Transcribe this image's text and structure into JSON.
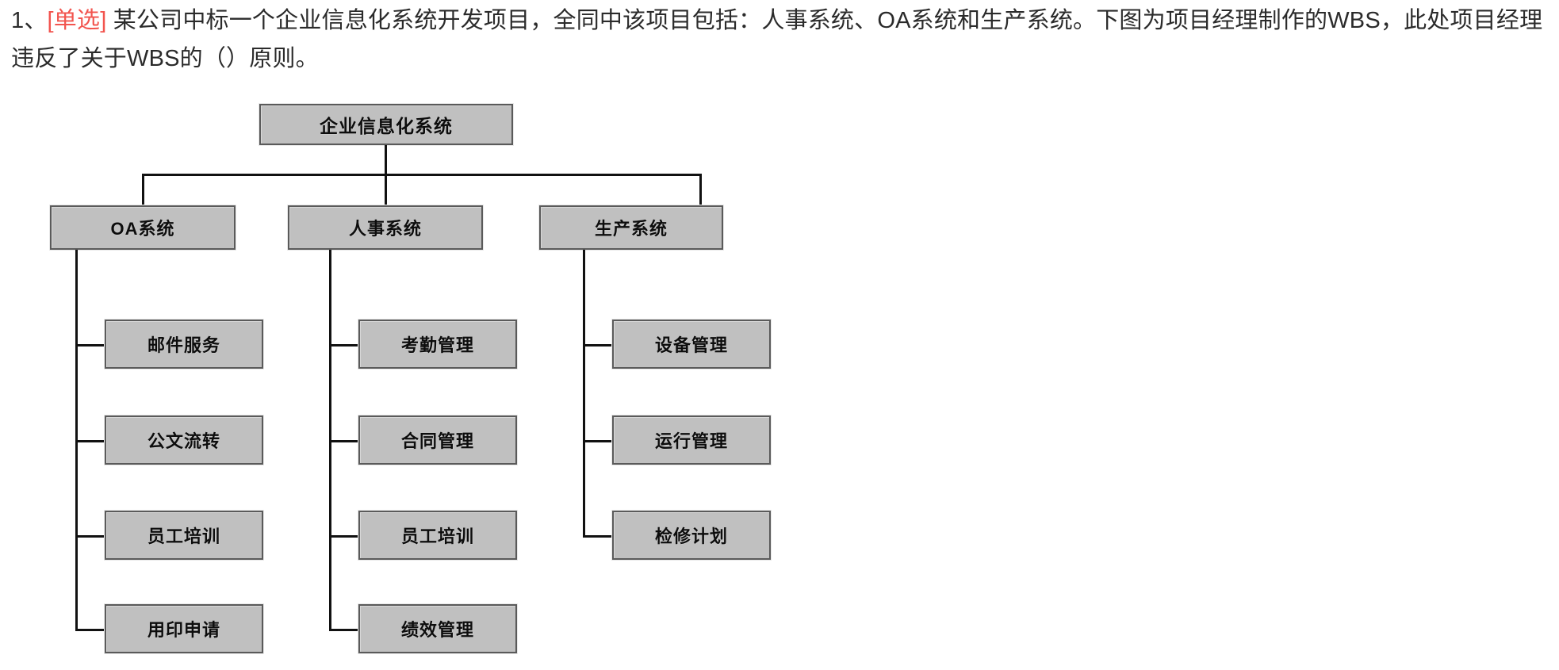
{
  "question": {
    "number": "1、",
    "tag": "[单选]",
    "text": "某公司中标一个企业信息化系统开发项目，全同中该项目包括：人事系统、OA系统和生产系统。下图为项目经理制作的WBS，此处项目经理违反了关于WBS的（）原则。",
    "tag_color": "#f2544e",
    "text_color": "#2b2b2b"
  },
  "diagram": {
    "type": "wbs-tree",
    "box_fill": "#c0c0c0",
    "box_border": "#5a5a5a",
    "connector_color": "#111111",
    "root": {
      "label": "企业信息化系统"
    },
    "branches": [
      {
        "label": "OA系统",
        "children": [
          {
            "label": "邮件服务"
          },
          {
            "label": "公文流转"
          },
          {
            "label": "员工培训"
          },
          {
            "label": "用印申请"
          }
        ]
      },
      {
        "label": "人事系统",
        "children": [
          {
            "label": "考勤管理"
          },
          {
            "label": "合同管理"
          },
          {
            "label": "员工培训"
          },
          {
            "label": "绩效管理"
          }
        ]
      },
      {
        "label": "生产系统",
        "children": [
          {
            "label": "设备管理"
          },
          {
            "label": "运行管理"
          },
          {
            "label": "检修计划"
          }
        ]
      }
    ]
  }
}
